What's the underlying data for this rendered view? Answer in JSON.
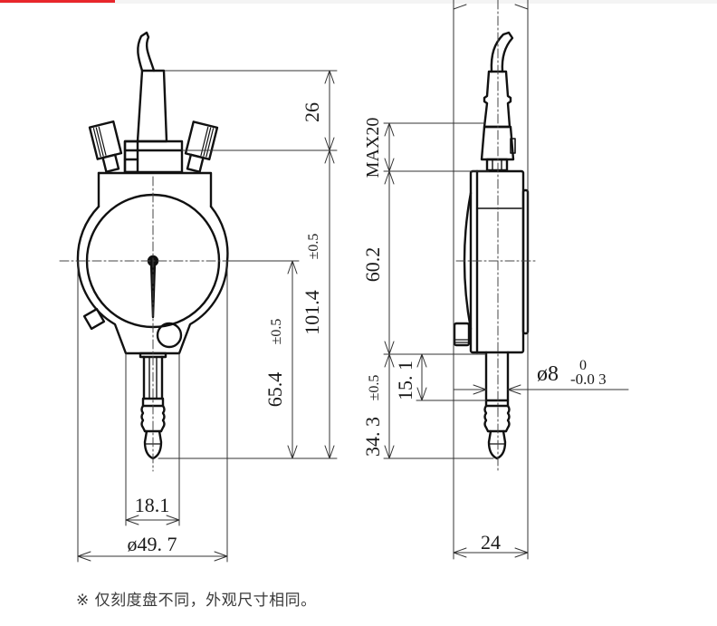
{
  "header": {
    "accent_color": "#e8262b"
  },
  "drawing": {
    "subject": "dial indicator dimensional drawing",
    "views": [
      "front",
      "side"
    ],
    "front_view": {
      "dimensions": {
        "stem_height": "26",
        "total_height": "101.4",
        "total_height_tol": "±0.5",
        "center_to_tip": "65.4",
        "center_to_tip_tol": "±0.5",
        "lower_width": "18.1",
        "dial_diameter": "ø49. 7"
      }
    },
    "side_view": {
      "dimensions": {
        "cap_height": "MAX20",
        "body_height": "60.2",
        "stem_section": "15. 1",
        "tip_length": "34. 3",
        "tip_length_tol": "±0.5",
        "thickness": "24",
        "stem_diameter": "ø8",
        "stem_diameter_upper_tol": "0",
        "stem_diameter_lower_tol": "-0.0 3"
      }
    },
    "line_color": "#111111",
    "dim_line_color": "#333333"
  },
  "footnote": {
    "text": "※ 仅刻度盘不同，外观尺寸相同。"
  }
}
